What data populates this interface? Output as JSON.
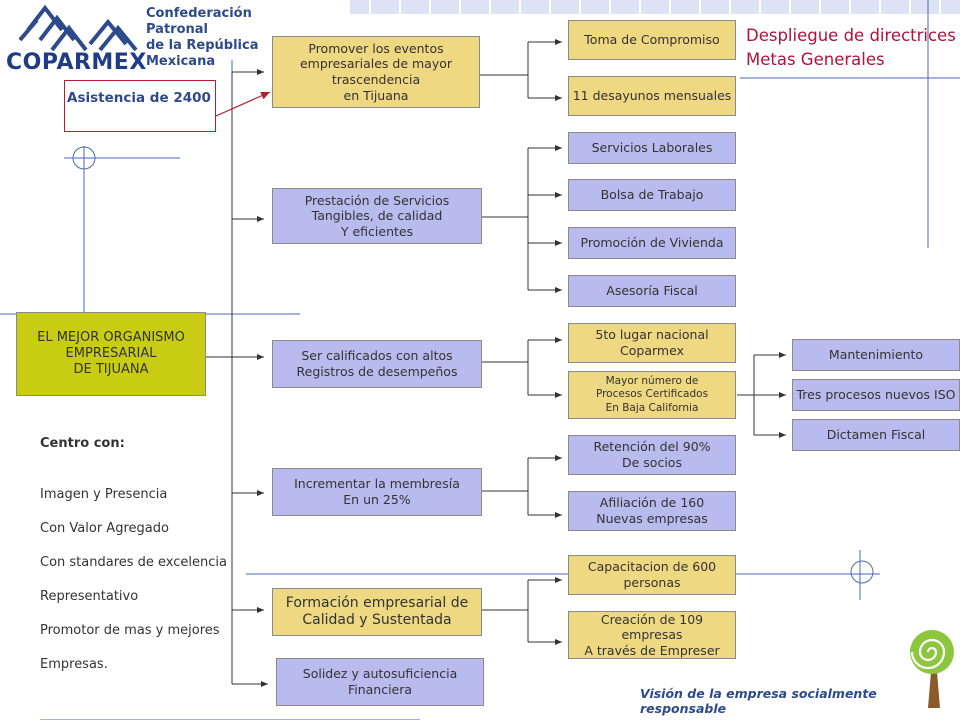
{
  "header": {
    "org_lines": [
      "Confederación",
      "Patronal",
      "de la República",
      "Mexicana"
    ],
    "logo_word": "COPARMEX",
    "title_line1": "Despliegue de directrices",
    "title_line2": "Metas Generales"
  },
  "callout": {
    "label": "Asistencia de 2400"
  },
  "root": {
    "label": "EL MEJOR ORGANISMO\nEMPRESARIAL\nDE TIJUANA"
  },
  "center_text": {
    "heading": "Centro con:",
    "items": [
      "Imagen y Presencia",
      "Con Valor Agregado",
      "Con standares de excelencia",
      "Representativo",
      "Promotor de mas y mejores",
      "Empresas."
    ]
  },
  "objectives": [
    "Promover los eventos\nempresariales de mayor\ntrascendencia\nen Tijuana",
    "Prestación de Servicios\nTangibles, de calidad\nY eficientes",
    "Ser calificados con altos\nRegistros de desempeños",
    "Incrementar la membresía\nEn un 25%",
    "Formación empresarial de\nCalidad y Sustentada",
    "Solidez y autosuficiencia\nFinanciera"
  ],
  "goals": [
    "Toma de Compromiso",
    "11 desayunos mensuales",
    "Servicios Laborales",
    "Bolsa de Trabajo",
    "Promoción de Vivienda",
    "Asesoría Fiscal",
    "5to lugar nacional\nCoparmex",
    "Mayor número de\nProcesos Certificados\nEn Baja California",
    "Retención del 90%\nDe socios",
    "Afiliación de 160\nNuevas empresas",
    "Capacitacion de 600\npersonas",
    "Creación de 109 empresas\nA través de Empreser"
  ],
  "subgoals": [
    "Mantenimiento",
    "Tres procesos nuevos ISO",
    "Dictamen Fiscal"
  ],
  "footer": {
    "motto": "Visión de la empresa socialmente responsable"
  },
  "colors": {
    "tan": "#efd882",
    "blue": "#b9bbef",
    "olive": "#c8cd14",
    "title_red": "#b0123c",
    "brand_blue": "#2c4a8c"
  }
}
